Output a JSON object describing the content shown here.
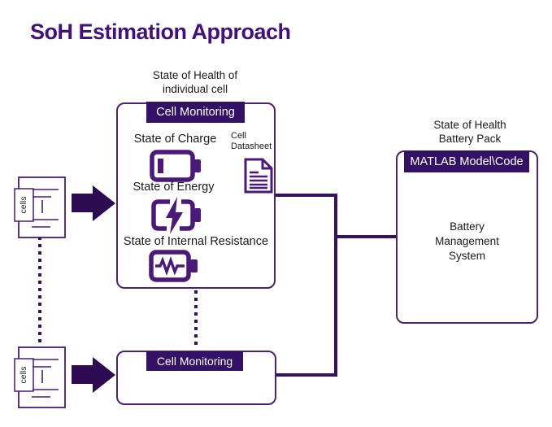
{
  "colors": {
    "title": "#44107a",
    "accent-dark": "#2d0a52",
    "header-bg": "#321166",
    "border": "#4c2277",
    "icon": "#4b1979",
    "connector": "#371063",
    "text": "#1a1a1a"
  },
  "title": "SoH Estimation Approach",
  "individual_cell_label": "State of Health of\nindividual cell",
  "battery_pack_label": "State of Health\nBattery Pack",
  "cells_label": "cells",
  "monitoring_box": {
    "header": "Cell Monitoring",
    "soc_label": "State of Charge",
    "datasheet_label": "Cell\nDatasheet",
    "soe_label": "State of Energy",
    "soir_label": "State of Internal Resistance"
  },
  "monitoring_box_2": {
    "header": "Cell Monitoring"
  },
  "bms_box": {
    "header": "MATLAB Model\\Code",
    "body": "Battery\nManagement\nSystem"
  }
}
